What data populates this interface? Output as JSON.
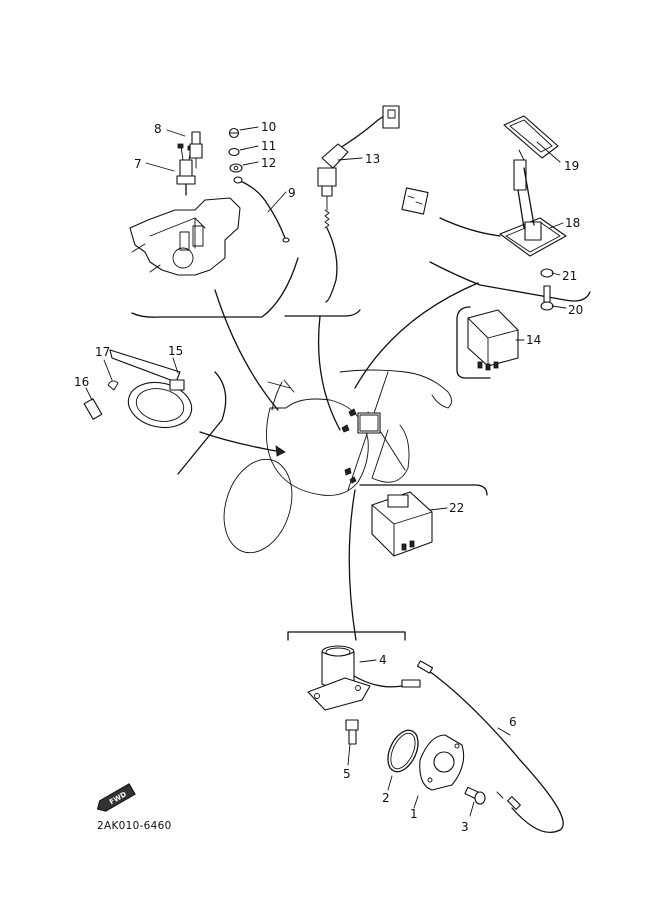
{
  "diagram_code": "2AK010-6460",
  "fwd_badge": "FWD",
  "parts": [
    {
      "id": "p1",
      "number": "1"
    },
    {
      "id": "p2",
      "number": "2"
    },
    {
      "id": "p3",
      "number": "3"
    },
    {
      "id": "p4",
      "number": "4"
    },
    {
      "id": "p5",
      "number": "5"
    },
    {
      "id": "p6",
      "number": "6"
    },
    {
      "id": "p7",
      "number": "7"
    },
    {
      "id": "p8",
      "number": "8"
    },
    {
      "id": "p9",
      "number": "9"
    },
    {
      "id": "p10",
      "number": "10"
    },
    {
      "id": "p11",
      "number": "11"
    },
    {
      "id": "p12",
      "number": "12"
    },
    {
      "id": "p13",
      "number": "13"
    },
    {
      "id": "p14",
      "number": "14"
    },
    {
      "id": "p15",
      "number": "15"
    },
    {
      "id": "p16",
      "number": "16"
    },
    {
      "id": "p17",
      "number": "17"
    },
    {
      "id": "p18",
      "number": "18"
    },
    {
      "id": "p19",
      "number": "19"
    },
    {
      "id": "p20",
      "number": "20"
    },
    {
      "id": "p21",
      "number": "21"
    },
    {
      "id": "p22",
      "number": "22"
    }
  ]
}
